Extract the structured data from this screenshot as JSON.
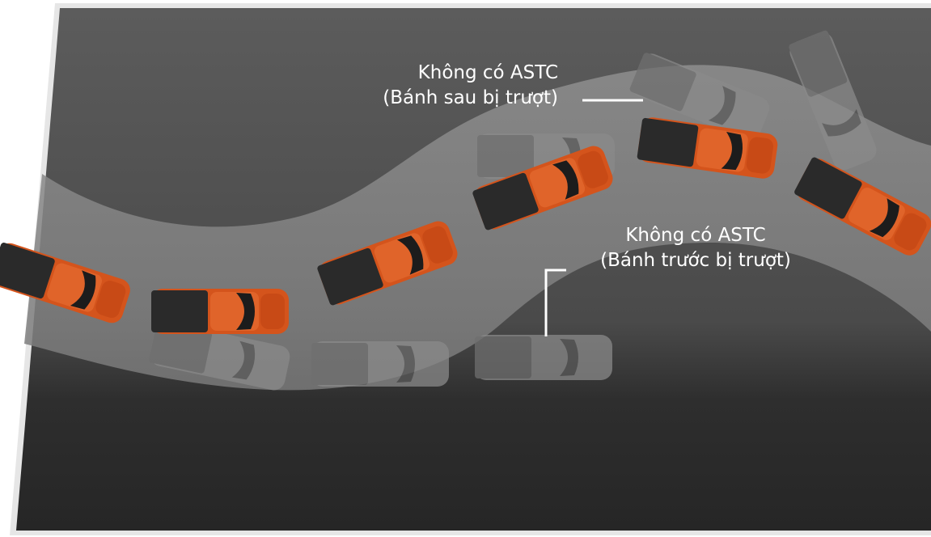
{
  "labels": {
    "rear_skid": {
      "line1": "Không có ASTC",
      "line2": "(Bánh sau bị trượt)"
    },
    "front_skid": {
      "line1": "Không có ASTC",
      "line2": "(Bánh trước bị trượt)"
    }
  },
  "colors": {
    "car_body": "#d4541c",
    "ghost_car": "#8a8a8a",
    "road": "#9a9a9a",
    "ground_top": "#5c5c5c",
    "ground_bottom": "#262626"
  }
}
